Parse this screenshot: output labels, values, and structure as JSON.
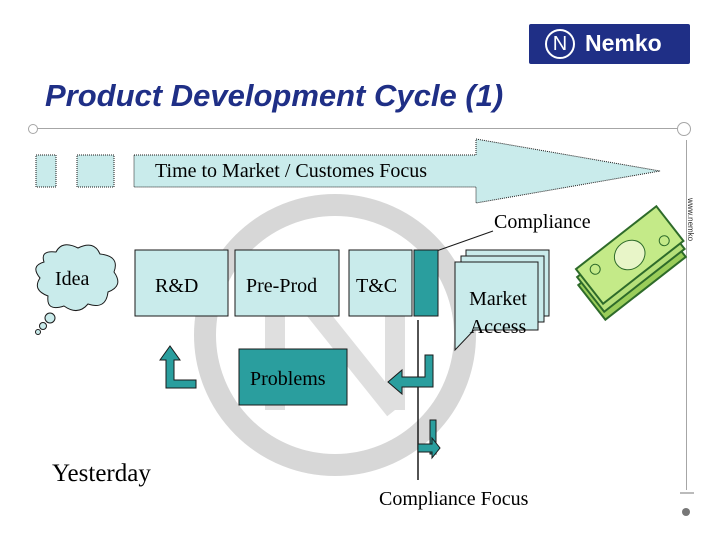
{
  "header": {
    "title": "Product Development Cycle (1)",
    "logo_text": "Nemko",
    "logo_mark": "N"
  },
  "side_url": "www.nemko",
  "diagram": {
    "arrow_label": "Time to Market / Customes Focus",
    "compliance_label": "Compliance",
    "idea_label": "Idea",
    "stages": [
      "R&D",
      "Pre-Prod",
      "T&C"
    ],
    "market_access": "Market Access",
    "problems_label": "Problems",
    "yesterday_label": "Yesterday",
    "compliance_focus_label": "Compliance Focus"
  },
  "colors": {
    "title": "#1f2f86",
    "box_fill": "#c9ebeb",
    "teal": "#2a9e9e",
    "money_green": "#9acd5a"
  }
}
